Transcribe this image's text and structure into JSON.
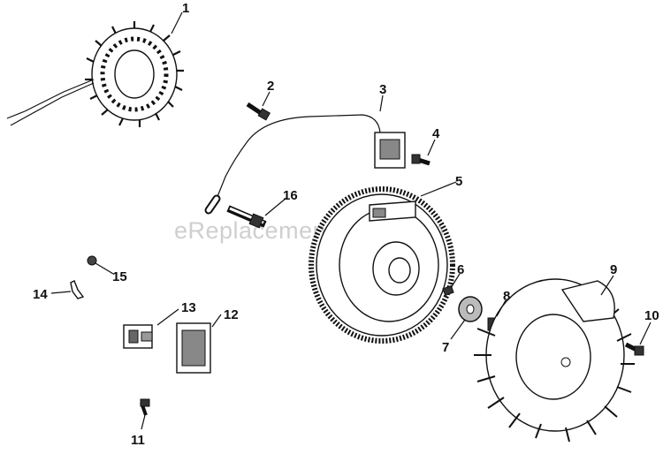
{
  "watermark": "eReplacementParts.com",
  "callouts": {
    "c1": "1",
    "c2": "2",
    "c3": "3",
    "c4": "4",
    "c5": "5",
    "c6": "6",
    "c7": "7",
    "c8": "8",
    "c9": "9",
    "c10": "10",
    "c11": "11",
    "c12": "12",
    "c13": "13",
    "c14": "14",
    "c15": "15",
    "c16": "16"
  }
}
